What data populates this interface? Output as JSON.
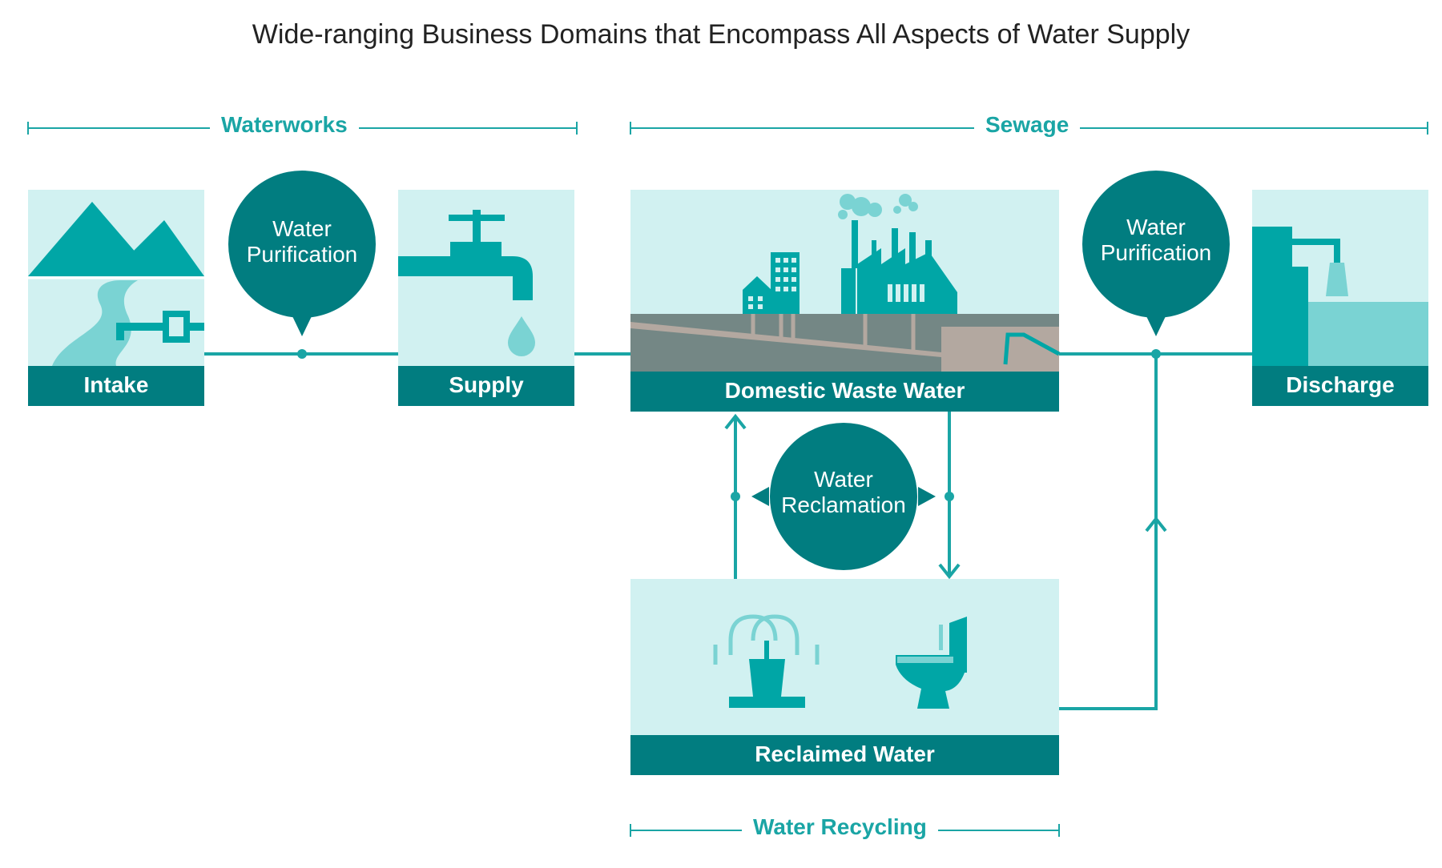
{
  "title": "Wide-ranging Business Domains that Encompass All Aspects of Water Supply",
  "sections": {
    "waterworks": "Waterworks",
    "sewage": "Sewage",
    "recycling": "Water Recycling"
  },
  "boxes": {
    "intake": "Intake",
    "supply": "Supply",
    "domestic": "Domestic Waste Water",
    "discharge": "Discharge",
    "reclaimed": "Reclaimed Water"
  },
  "bubbles": {
    "purification1": {
      "line1": "Water",
      "line2": "Purification"
    },
    "purification2": {
      "line1": "Water",
      "line2": "Purification"
    },
    "reclamation": {
      "line1": "Water",
      "line2": "Reclamation"
    }
  },
  "colors": {
    "dark_teal": "#017d80",
    "teal": "#00a6a6",
    "light_teal": "#7ad3d3",
    "pale": "#d1f1f1",
    "ground": "#748785",
    "ground_light": "#b3a8a0"
  }
}
